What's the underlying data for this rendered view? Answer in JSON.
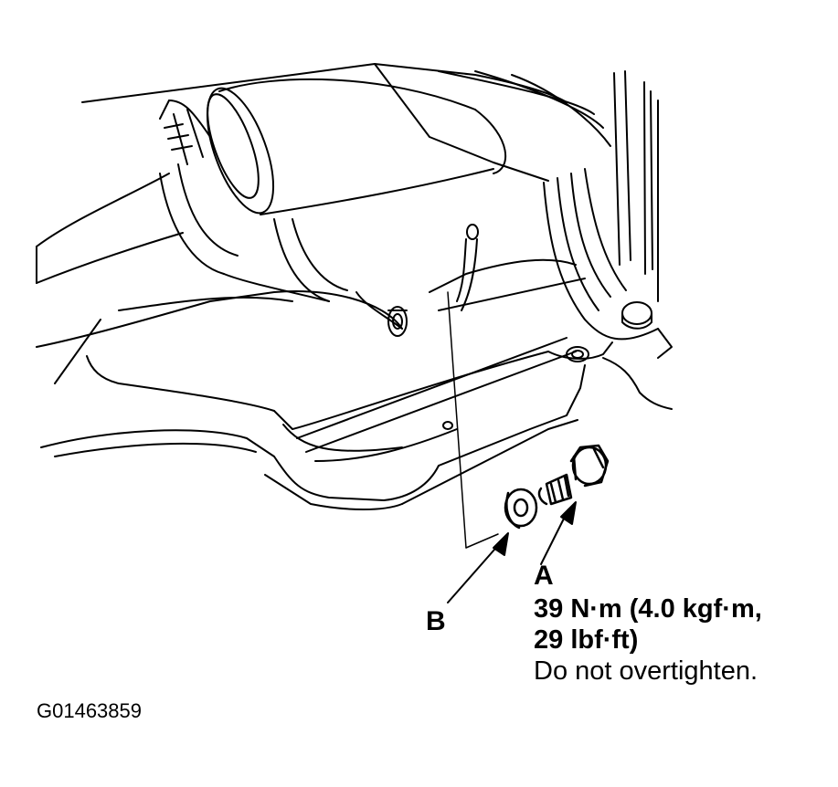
{
  "callouts": {
    "a_letter": "A",
    "b_letter": "B"
  },
  "spec": {
    "torque_line1": "39 N·m (4.0 kgf·m,",
    "torque_line2": "29 lbf·ft)",
    "note": "Do not overtighten."
  },
  "figure_id": "G01463859",
  "colors": {
    "line": "#000000",
    "background": "#ffffff"
  }
}
